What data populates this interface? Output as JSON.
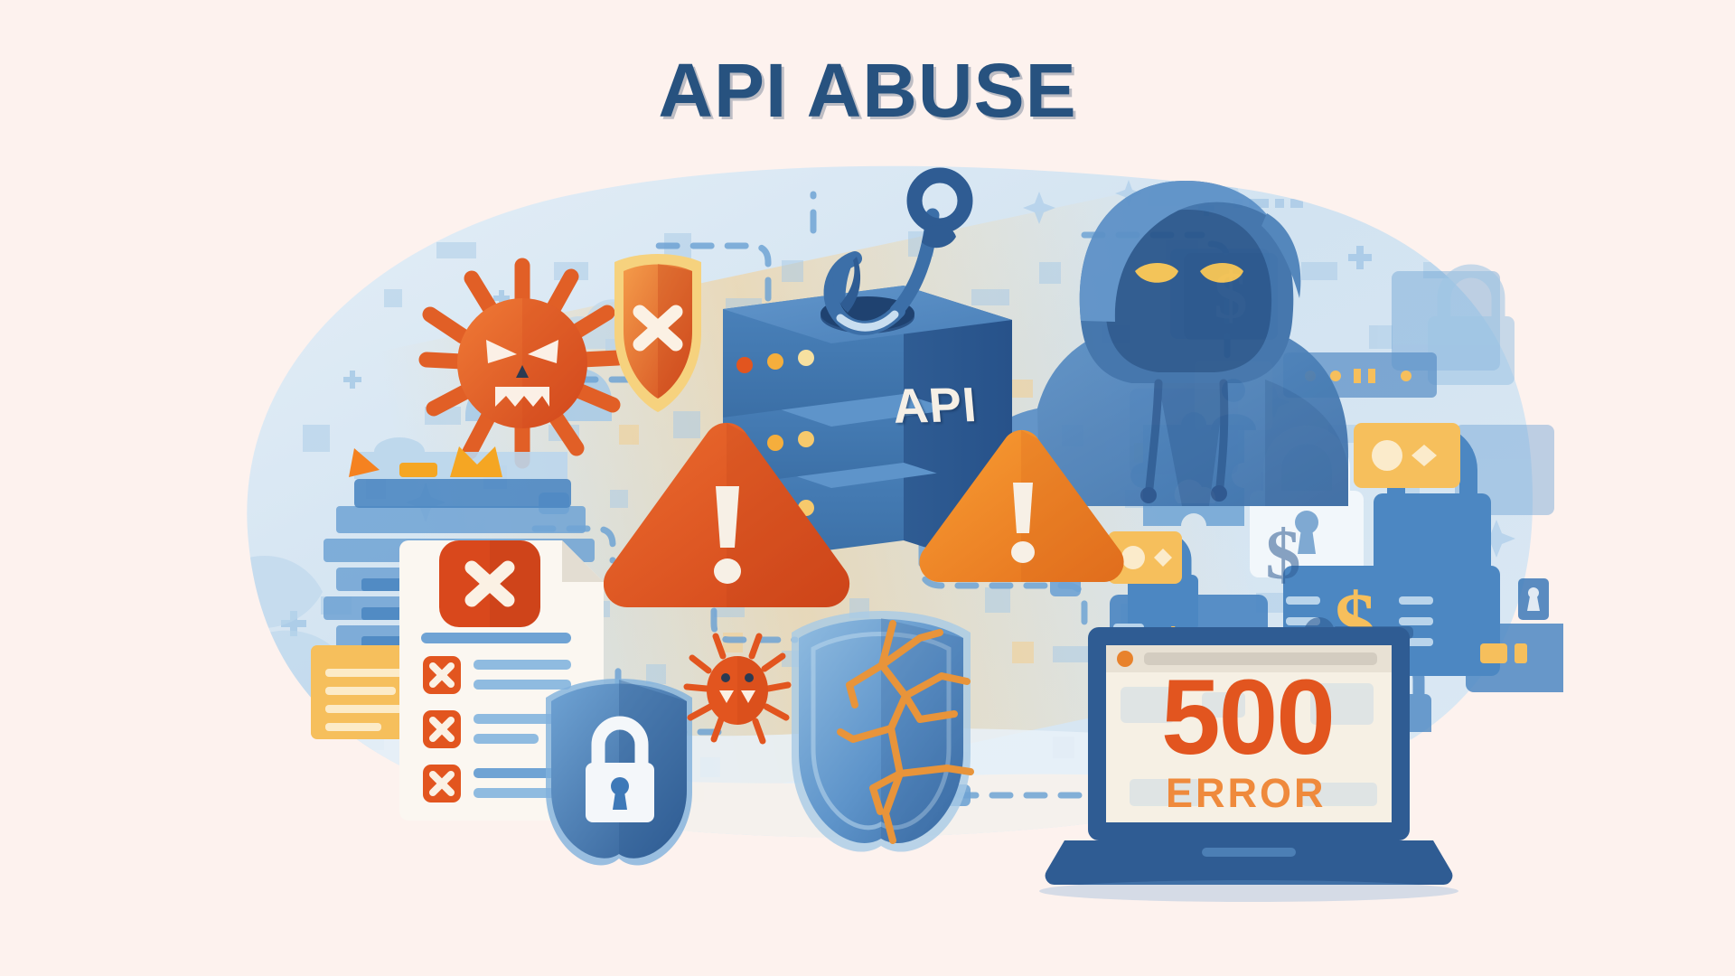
{
  "page": {
    "title": "API ABUSE",
    "background_color": "#FDF2EE",
    "title_color": "#27527F"
  },
  "illustration": {
    "name": "api-abuse-security-illustration",
    "blob_color": "#D6E5F2",
    "labels": {
      "server_label": "API",
      "error_code": "500",
      "error_word": "ERROR"
    },
    "palette": {
      "deep_blue": "#2B5D94",
      "mid_blue": "#4A85C4",
      "light_blue": "#9CC4E4",
      "pale_blue": "#C9DEF0",
      "orange_red": "#E2551F",
      "orange": "#F58220",
      "amber": "#F6B545",
      "cream": "#F7F2E8",
      "white": "#FFFFFF"
    },
    "elements": [
      {
        "name": "angry-virus-icon",
        "label": "Malware / virus",
        "color": "#E8642A"
      },
      {
        "name": "blocked-shield-icon",
        "label": "Blocked shield with X",
        "color": "#EE8A3C"
      },
      {
        "name": "api-server-icon",
        "label": "API server stack",
        "color": "#3C6FA8"
      },
      {
        "name": "phishing-hook-icon",
        "label": "Phishing hook",
        "color": "#2F5C93"
      },
      {
        "name": "hacker-figure-icon",
        "label": "Hooded hacker",
        "color": "#4477B0"
      },
      {
        "name": "warning-triangle-left",
        "label": "Critical warning",
        "color": "#E2551F"
      },
      {
        "name": "warning-triangle-right",
        "label": "Warning",
        "color": "#F58220"
      },
      {
        "name": "failed-checklist-icon",
        "label": "Failed checklist doc",
        "color": "#FFFFFF"
      },
      {
        "name": "secure-shield-lock-icon",
        "label": "Shield with padlock",
        "color": "#3E79B8"
      },
      {
        "name": "small-bug-icon",
        "label": "Bug",
        "color": "#E2551F"
      },
      {
        "name": "cracked-shield-icon",
        "label": "Cracked shield",
        "color": "#4A85C4"
      },
      {
        "name": "error-laptop-icon",
        "label": "Laptop showing 500 error",
        "color": "#2F5C93"
      },
      {
        "name": "data-breach-cluster",
        "label": "Locks, cards and money",
        "color": "#5C93C9"
      },
      {
        "name": "cloud-icon",
        "label": "Cloud",
        "color": "#9CC4E4"
      },
      {
        "name": "dataflow-connectors",
        "label": "Dashed data flow lines",
        "color": "#6FA3D4"
      }
    ]
  }
}
